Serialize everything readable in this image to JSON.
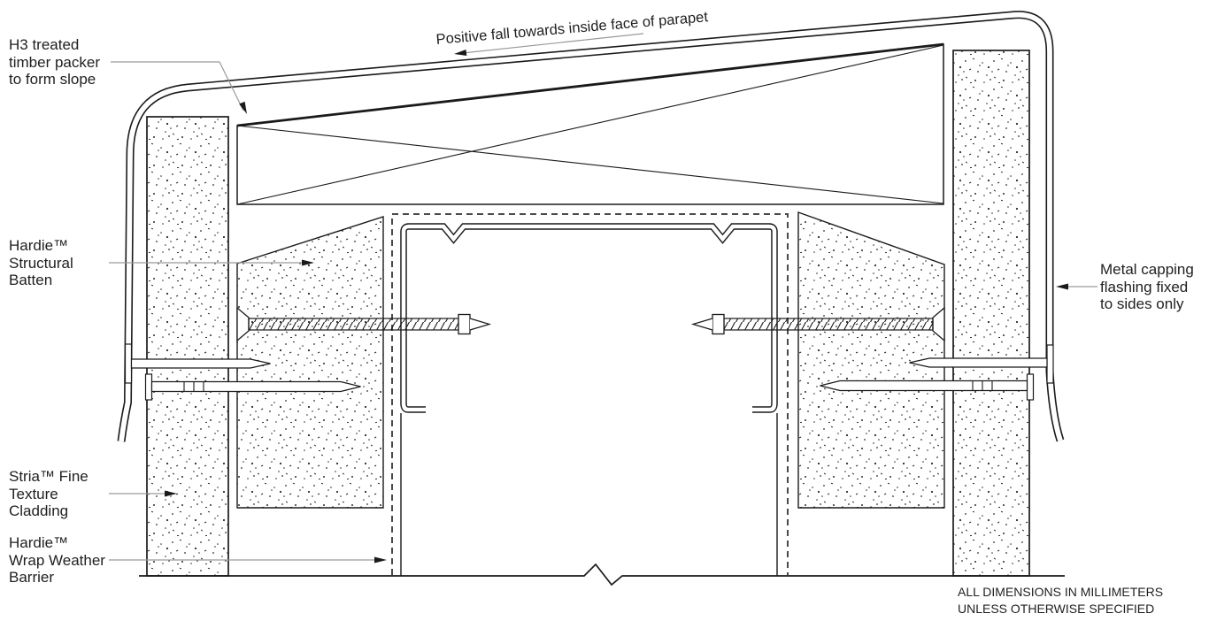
{
  "drawing": {
    "labels": {
      "timber_packer": "H3 treated\ntimber packer\nto form slope",
      "positive_fall": "Positive fall towards inside face of parapet",
      "structural_batten": "Hardie™\nStructural\nBatten",
      "metal_capping": "Metal capping\nflashing fixed\nto sides only",
      "stria_cladding": "Stria™ Fine\nTexture\nCladding",
      "wrap_barrier": "Hardie™\nWrap Weather\nBarrier",
      "dimensions_note": "ALL DIMENSIONS IN MILLIMETERS\nUNLESS OTHERWISE SPECIFIED"
    },
    "colors": {
      "line": "#1a1a1a",
      "background": "#ffffff",
      "leader": "#9a9a9a",
      "dashed_barrier": "#4a4a4a"
    }
  }
}
